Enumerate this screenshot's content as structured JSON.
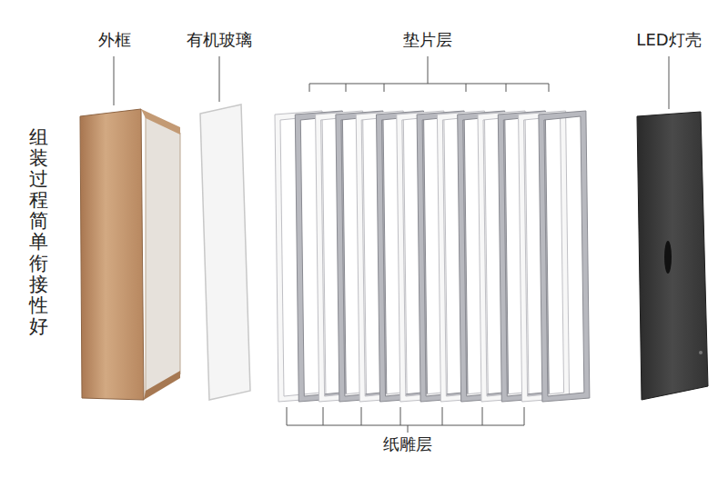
{
  "diagram": {
    "labels": [
      "外框",
      "有机玻璃",
      "垫片层",
      "LED灯壳",
      "组装过程简单 衔接性好",
      "纸雕层"
    ]
  }
}
